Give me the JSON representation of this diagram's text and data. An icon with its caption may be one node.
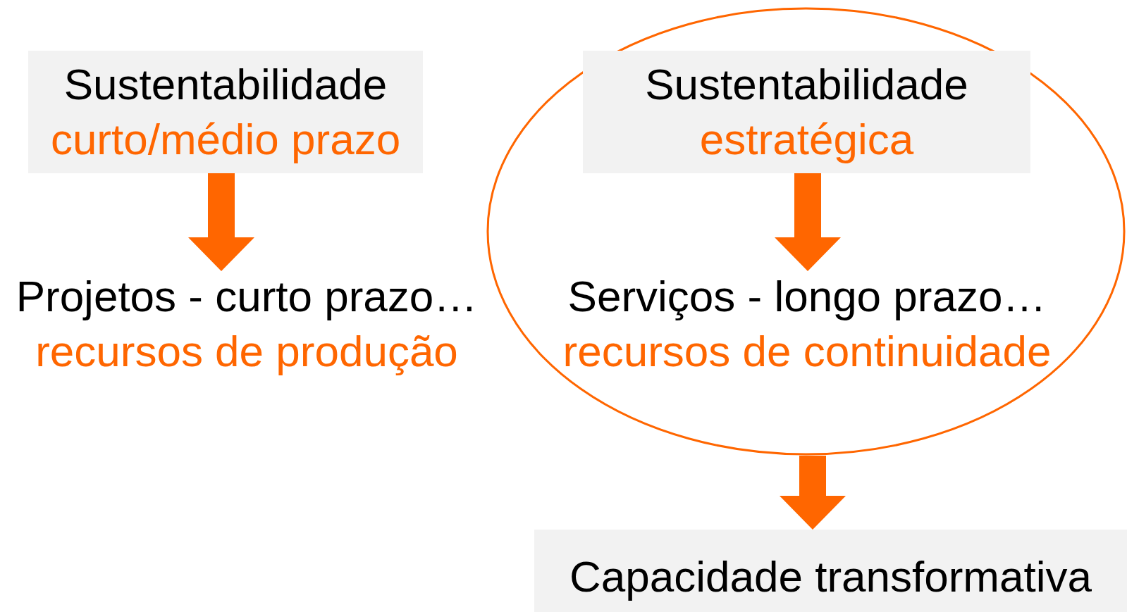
{
  "diagram": {
    "nodes": [
      {
        "text": [
          "Sustentabilidade",
          "curto/médio prazo"
        ]
      },
      {
        "text": [
          "Projetos - curto prazo…",
          "recursos de produção"
        ]
      },
      {
        "text": [],
        "shape": "circle"
      },
      {
        "text": [
          "Sustentabilidade",
          "estratégica"
        ],
        "in": 2
      },
      {
        "text": [
          "Serviços - longo prazo…",
          "recursos de continuidade"
        ],
        "in": 2
      },
      {
        "text": [
          "Capacidade transformativa"
        ]
      }
    ],
    "edges": [
      {
        "from": 0,
        "to": 1,
        "arrow": "to",
        "style": "thick"
      },
      {
        "from": 3,
        "to": 4,
        "arrow": "to",
        "style": "thick"
      },
      {
        "from": 2,
        "to": 5,
        "arrow": "to",
        "style": "thick"
      }
    ]
  }
}
